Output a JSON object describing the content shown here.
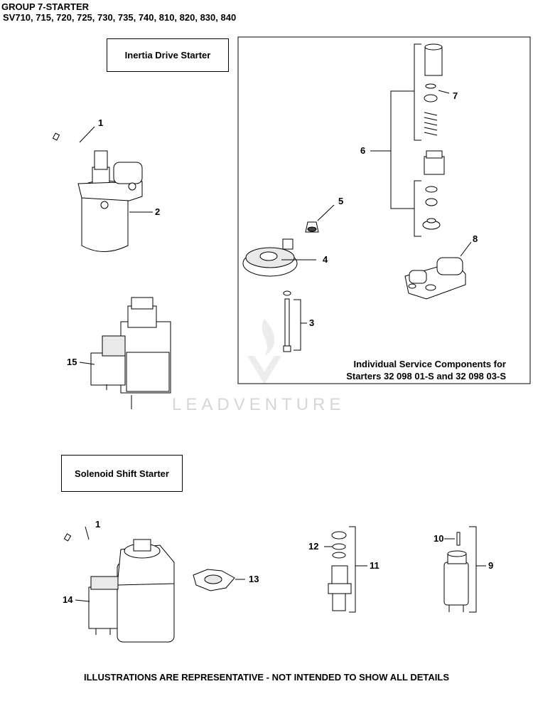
{
  "header": {
    "group": "GROUP 7-STARTER",
    "models": "SV710, 715, 720, 725, 730, 735, 740, 810, 820, 830, 840"
  },
  "sections": {
    "inertia": "Inertia Drive Starter",
    "solenoid": "Solenoid Shift Starter"
  },
  "service_box": {
    "line1": "Individual Service Components for",
    "line2": "Starters 32 098 01-S and 32 098 03-S"
  },
  "watermark": "LEADVENTURE",
  "footer": "ILLUSTRATIONS ARE REPRESENTATIVE - NOT INTENDED TO SHOW ALL DETAILS",
  "callouts": {
    "c1a": "1",
    "c2": "2",
    "c3": "3",
    "c4": "4",
    "c5": "5",
    "c6": "6",
    "c7": "7",
    "c8": "8",
    "c15": "15",
    "c1b": "1",
    "c14": "14",
    "c13": "13",
    "c12": "12",
    "c11": "11",
    "c10": "10",
    "c9": "9"
  }
}
